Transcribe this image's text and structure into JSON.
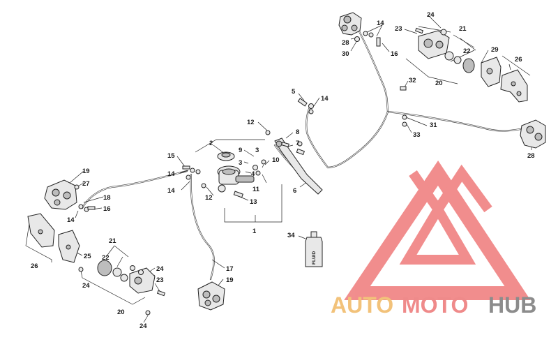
{
  "diagram": {
    "callouts": [
      {
        "id": "c14a",
        "text": "14"
      },
      {
        "id": "c28a",
        "text": "28"
      },
      {
        "id": "c30",
        "text": "30"
      },
      {
        "id": "c16a",
        "text": "16"
      },
      {
        "id": "c24a",
        "text": "24"
      },
      {
        "id": "c23a",
        "text": "23"
      },
      {
        "id": "c21a",
        "text": "21"
      },
      {
        "id": "c22a",
        "text": "22"
      },
      {
        "id": "c29",
        "text": "29"
      },
      {
        "id": "c26a",
        "text": "26"
      },
      {
        "id": "c20a",
        "text": "20"
      },
      {
        "id": "c32",
        "text": "32"
      },
      {
        "id": "c31",
        "text": "31"
      },
      {
        "id": "c33",
        "text": "33"
      },
      {
        "id": "c28b",
        "text": "28"
      },
      {
        "id": "c5",
        "text": "5"
      },
      {
        "id": "c14b",
        "text": "14"
      },
      {
        "id": "c12a",
        "text": "12"
      },
      {
        "id": "c8",
        "text": "8"
      },
      {
        "id": "c7",
        "text": "7"
      },
      {
        "id": "c2",
        "text": "2"
      },
      {
        "id": "c9",
        "text": "9"
      },
      {
        "id": "c3a",
        "text": "3"
      },
      {
        "id": "c3b",
        "text": "3"
      },
      {
        "id": "c10",
        "text": "10"
      },
      {
        "id": "c15",
        "text": "15"
      },
      {
        "id": "c14c",
        "text": "14"
      },
      {
        "id": "c14d",
        "text": "14"
      },
      {
        "id": "c4",
        "text": "4"
      },
      {
        "id": "c11",
        "text": "11"
      },
      {
        "id": "c12b",
        "text": "12"
      },
      {
        "id": "c13",
        "text": "13"
      },
      {
        "id": "c6",
        "text": "6"
      },
      {
        "id": "c1",
        "text": "1"
      },
      {
        "id": "c19a",
        "text": "19"
      },
      {
        "id": "c27",
        "text": "27"
      },
      {
        "id": "c18",
        "text": "18"
      },
      {
        "id": "c16b",
        "text": "16"
      },
      {
        "id": "c14e",
        "text": "14"
      },
      {
        "id": "c34",
        "text": "34"
      },
      {
        "id": "c26b",
        "text": "26"
      },
      {
        "id": "c25",
        "text": "25"
      },
      {
        "id": "c21b",
        "text": "21"
      },
      {
        "id": "c22b",
        "text": "22"
      },
      {
        "id": "c24b",
        "text": "24"
      },
      {
        "id": "c24c",
        "text": "24"
      },
      {
        "id": "c23b",
        "text": "23"
      },
      {
        "id": "c17",
        "text": "17"
      },
      {
        "id": "c19b",
        "text": "19"
      },
      {
        "id": "c20b",
        "text": "20"
      },
      {
        "id": "c24d",
        "text": "24"
      }
    ],
    "bottle_label": "FLUID"
  },
  "watermark": {
    "part1": "AUTO",
    "part2": "MOTO",
    "part3": "HUB",
    "colors": {
      "auto": "#f2c27a",
      "moto": "#ef8a8a",
      "hub": "#8c8c8c",
      "logo": "#ef7a7a"
    }
  }
}
